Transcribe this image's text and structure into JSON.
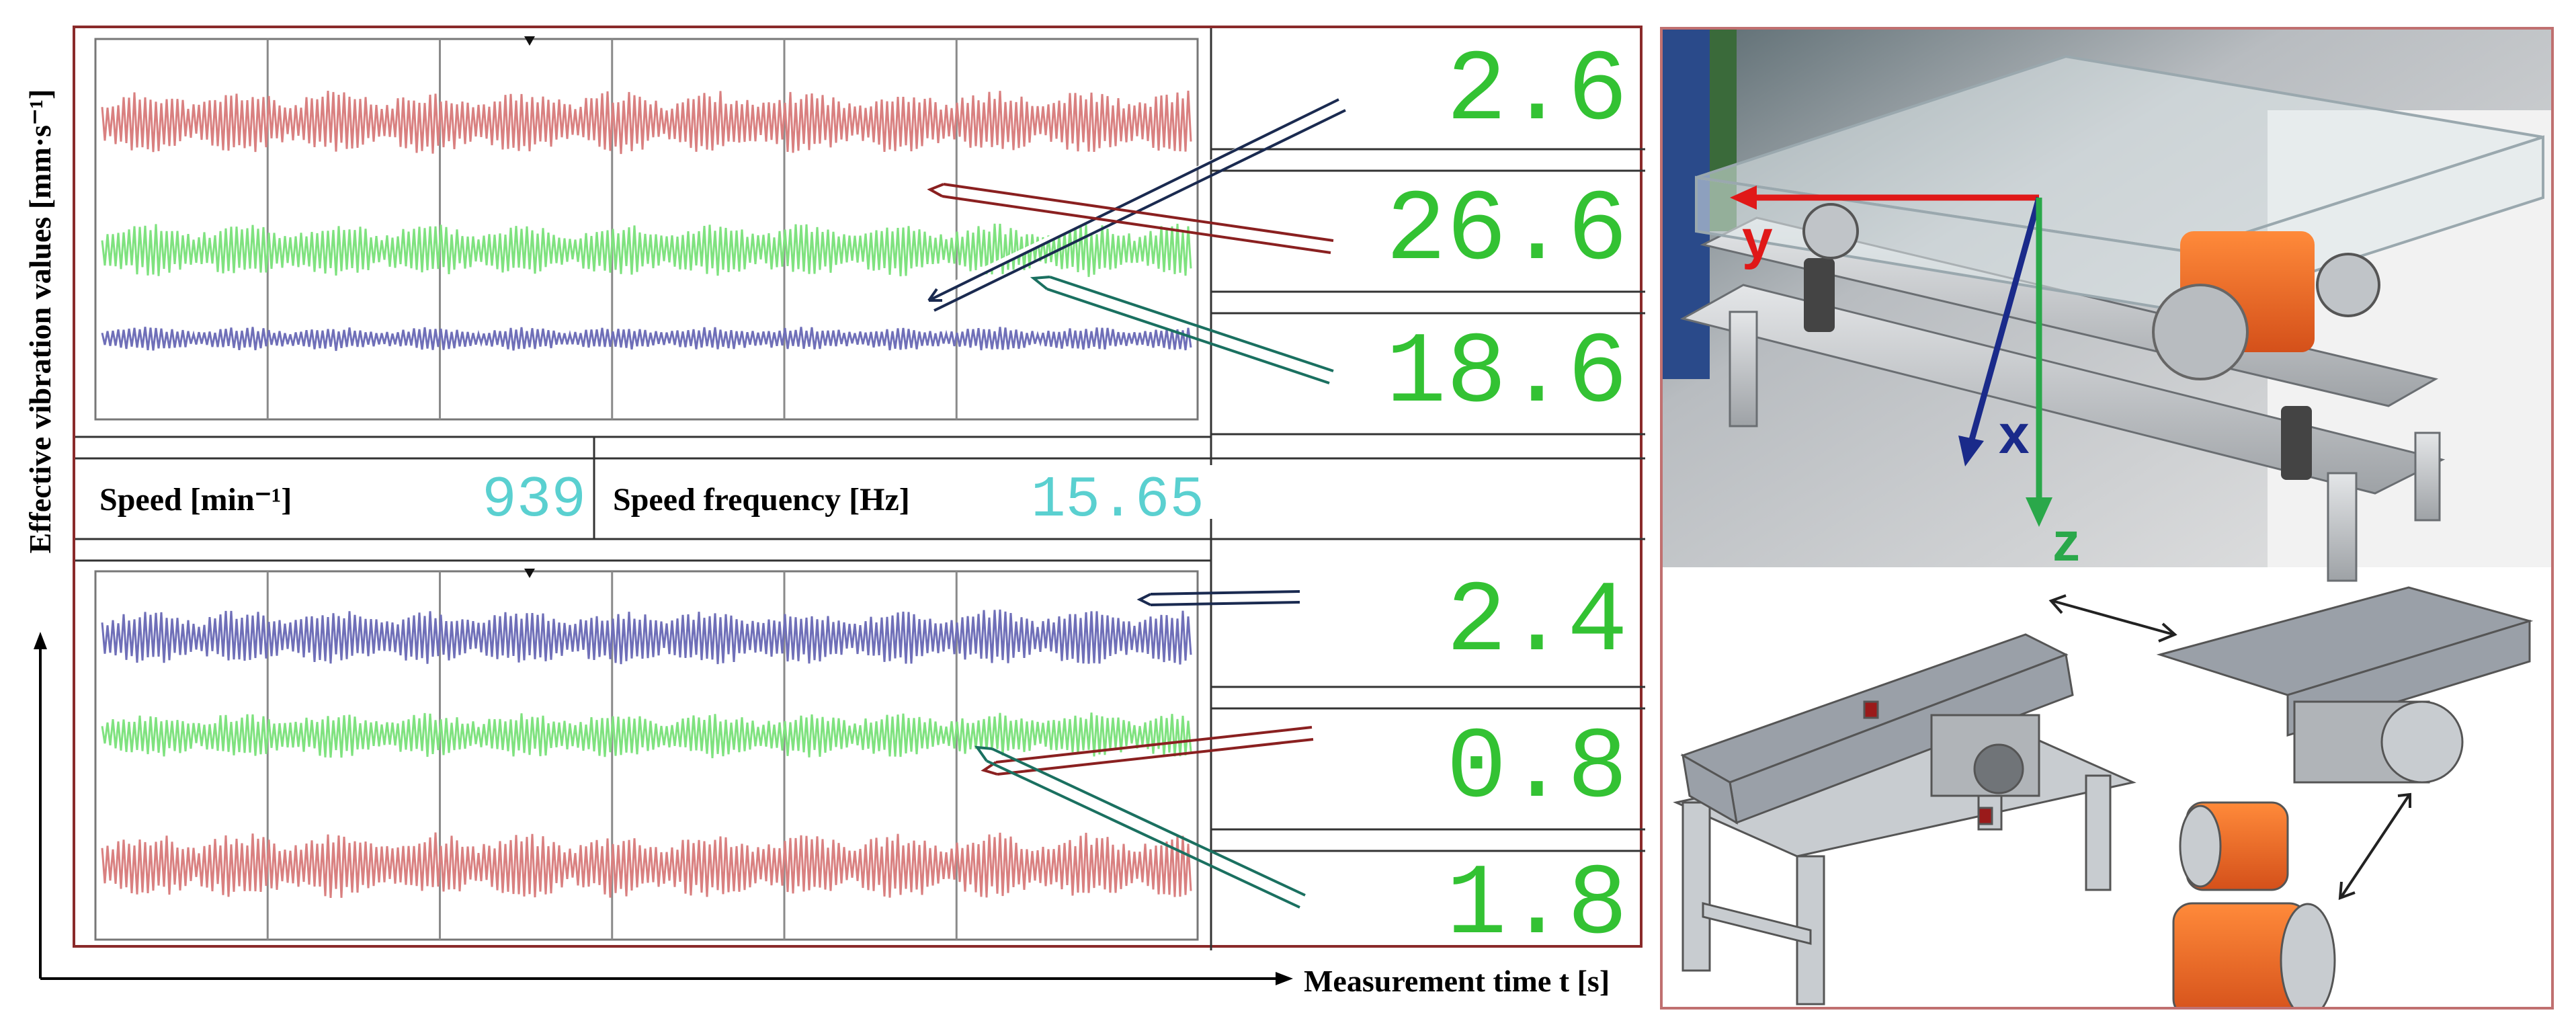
{
  "axes": {
    "ylabel": "Effective vibration values [mm·s⁻¹]",
    "xlabel": "Measurement time t [s]"
  },
  "readouts_top": [
    "2.6",
    "26.6",
    "18.6"
  ],
  "readouts_bottom": [
    "2.4",
    "0.8",
    "1.8"
  ],
  "speed": {
    "label": "Speed [min⁻¹]",
    "value": "939"
  },
  "speed_frequency": {
    "label": "Speed frequency [Hz]",
    "value": "15.65"
  },
  "photo_axes": {
    "y": "y",
    "x": "x",
    "z": "z"
  },
  "colors": {
    "signal_red": "#d98080",
    "signal_green": "#7fe27f",
    "signal_blue": "#6f6fb8",
    "axis_y": "#e01818",
    "axis_x": "#1a2a8a",
    "axis_z": "#2aa84a",
    "readout": "#33c233",
    "speed": "#5ad0d0",
    "motor_orange": "#f06a1e"
  }
}
